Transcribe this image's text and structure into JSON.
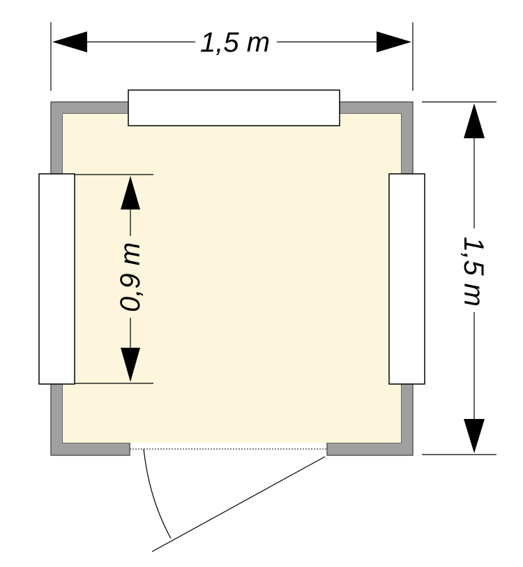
{
  "dimensions": {
    "room_width": "1,5 m",
    "room_depth": "1,5 m",
    "window_height": "0,9 m"
  },
  "colors": {
    "floor": "#fdf6dc",
    "wall": "#a0a0a0",
    "wall_edge": "#555555",
    "window": "#ffffff",
    "line": "#000000"
  }
}
